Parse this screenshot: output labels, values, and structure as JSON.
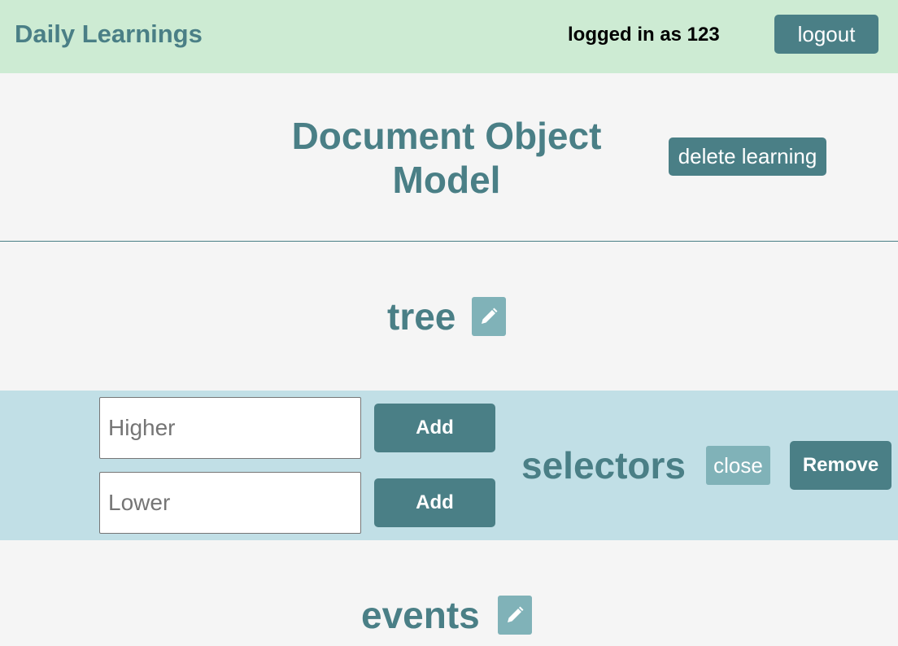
{
  "header": {
    "app_title": "Daily Learnings",
    "user_status": "logged in as 123",
    "logout_label": "logout"
  },
  "learning": {
    "title": "Document Object Model",
    "delete_label": "delete learning"
  },
  "topics": [
    {
      "title": "tree",
      "edit_icon": "pencil-icon"
    },
    {
      "title": "selectors",
      "editing": true,
      "inputs": [
        {
          "placeholder": "Higher",
          "value": "",
          "add_label": "Add"
        },
        {
          "placeholder": "Lower",
          "value": "",
          "add_label": "Add"
        }
      ],
      "close_label": "close",
      "remove_label": "Remove"
    },
    {
      "title": "events",
      "edit_icon": "pencil-icon"
    }
  ],
  "colors": {
    "header_bg": "#cdebd3",
    "page_bg": "#f5f5f5",
    "accent": "#4a7f86",
    "accent_light": "#80b2b8",
    "editing_band": "#c1dfe6"
  }
}
